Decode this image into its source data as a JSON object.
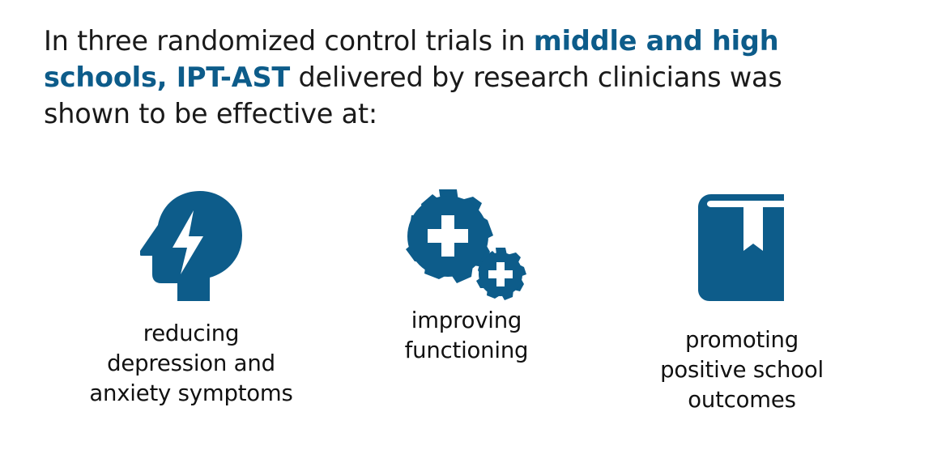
{
  "slide": {
    "background_color": "#ffffff",
    "accent_color": "#0d5c8a",
    "text_color": "#1a1a1a"
  },
  "headline": {
    "segment_1": "In three randomized control trials in ",
    "highlight_1": "middle and high schools, IPT-AST",
    "segment_2": " delivered by research clinicians was shown to be effective at:"
  },
  "columns": [
    {
      "icon": "head-lightning-icon",
      "caption": "reducing\ndepression and\nanxiety symptoms"
    },
    {
      "icon": "gears-plus-icon",
      "caption": "improving\nfunctioning"
    },
    {
      "icon": "book-bookmark-icon",
      "caption": "promoting\npositive school\noutcomes"
    }
  ]
}
